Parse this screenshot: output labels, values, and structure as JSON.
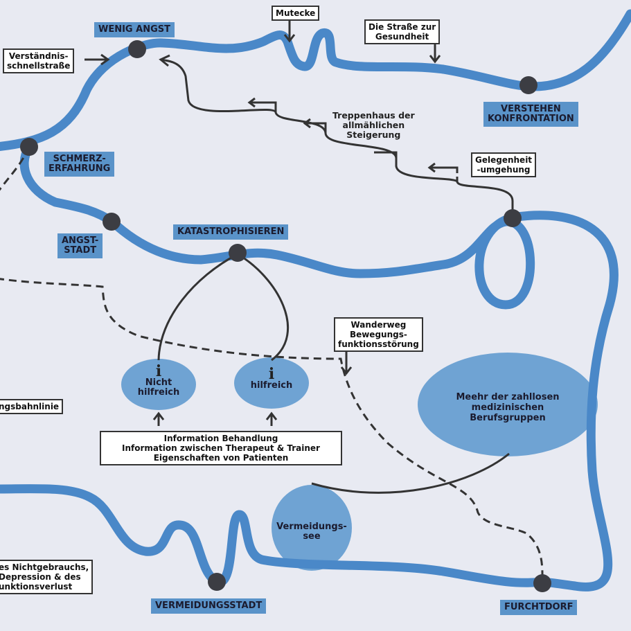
{
  "title": "",
  "places": {
    "wenig_angst": "WENIG ANGST",
    "verstehen": "VERSTEHEN",
    "konfrontation": "KONFRONTATION",
    "schmerz_1": "SCHMERZ-",
    "schmerz_2": "ERFAHRUNG",
    "angst_1": "ANGST-",
    "angst_2": "STADT",
    "katastrophisieren": "KATASTROPHISIEREN",
    "vermeidungsstadt": "VERMEIDUNGSSTADT",
    "furchtdorf": "FURCHTDORF"
  },
  "boxes": {
    "mutecke": "Mutecke",
    "strasse_1": "Die Straße zur",
    "strasse_2": "Gesundheit",
    "schnell_1": "Verständnis-",
    "schnell_2": "schnellstraße",
    "gelegenheit_1": "Gelegenheit",
    "gelegenheit_2": "-umgehung",
    "wanderweg_1": "Wanderweg",
    "wanderweg_2": "Bewegungs-",
    "wanderweg_3": "funktionsstörung",
    "bahnlinie": "ngsbahnlinie",
    "info_1": "Information     Behandlung",
    "info_2": "Information zwischen Therapeut & Trainer",
    "info_3": "Eigenschaften von Patienten",
    "nicht_1": "es Nichtgebrauchs,",
    "nicht_2": "Depression & des",
    "nicht_3": "unktionsverlust"
  },
  "texts": {
    "treppe_1": "Treppenhaus der",
    "treppe_2": "allmählichen",
    "treppe_3": "Steigerung",
    "nicht_hilfreich_1": "Nicht",
    "nicht_hilfreich_2": "hilfreich",
    "hilfreich": "hilfreich",
    "info_icon": "i",
    "meehr_1": "Meehr der zahllosen",
    "meehr_2": "medizinischen",
    "meehr_3": "Berufsgruppen",
    "see_1": "Vermeidungs-",
    "see_2": "see"
  },
  "colors": {
    "river": "#4a88c8",
    "lake": "#6fa3d3",
    "tag": "#5a93c9",
    "path": "#333333",
    "background": "#e8eaf2"
  }
}
